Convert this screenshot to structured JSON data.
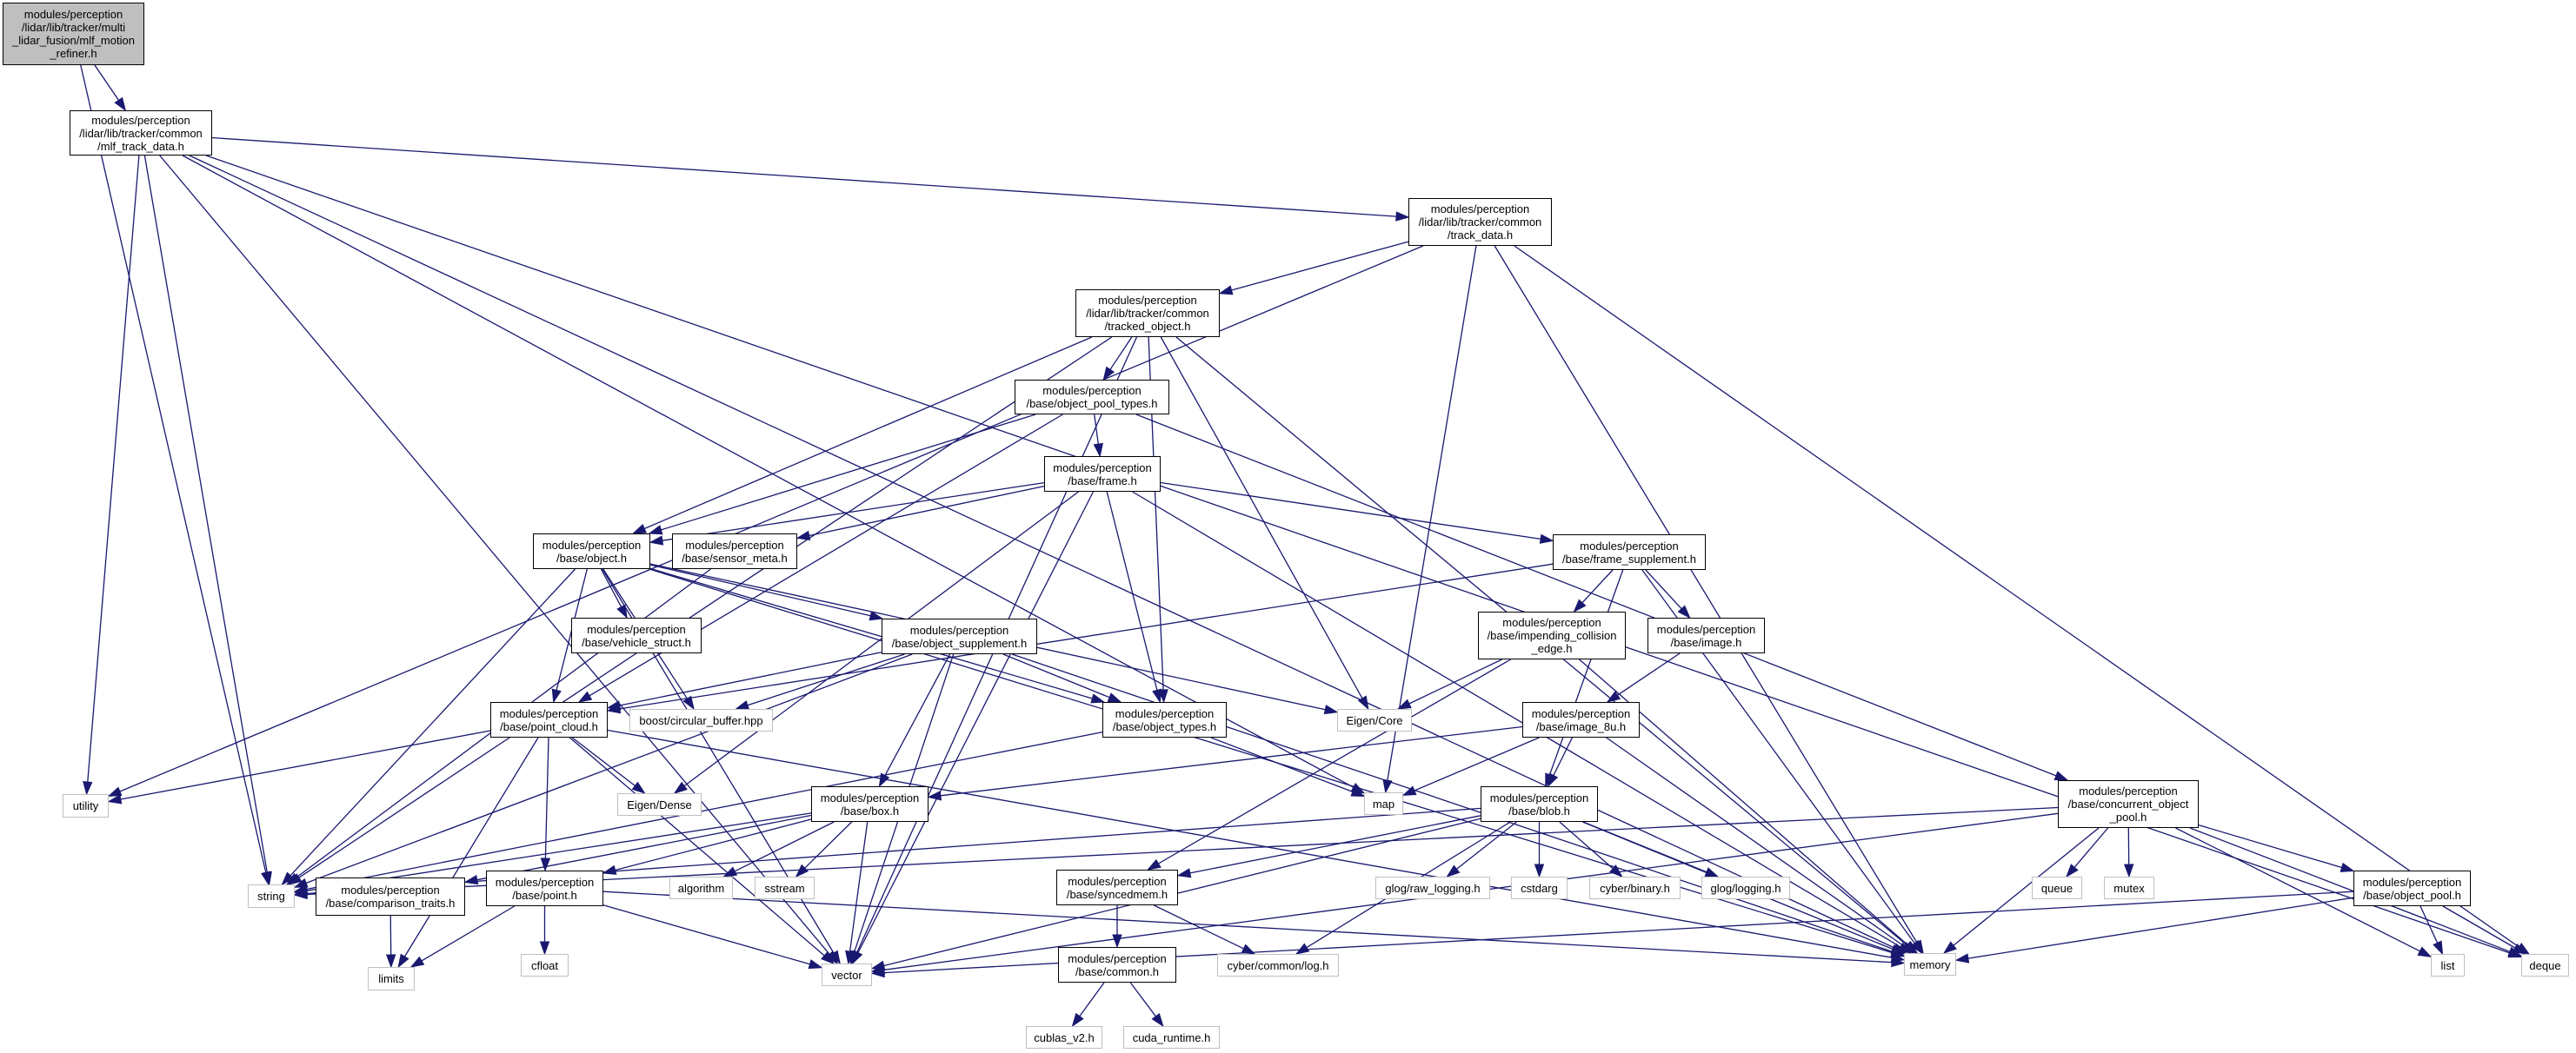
{
  "diagram": {
    "title": "Include dependency graph for mlf_motion_refiner.h",
    "colors": {
      "edge": "#191970",
      "root_fill": "#bfbfbf",
      "node_border": "#000000",
      "system_border": "#bfbfbf"
    },
    "nodes": [
      {
        "id": "root",
        "label": "modules/perception\n/lidar/lib/tracker/multi\n_lidar_fusion/mlf_motion\n_refiner.h",
        "kind": "root"
      },
      {
        "id": "mlf_track_data",
        "label": "modules/perception\n/lidar/lib/tracker/common\n/mlf_track_data.h",
        "kind": "project"
      },
      {
        "id": "track_data",
        "label": "modules/perception\n/lidar/lib/tracker/common\n/track_data.h",
        "kind": "project"
      },
      {
        "id": "tracked_object",
        "label": "modules/perception\n/lidar/lib/tracker/common\n/tracked_object.h",
        "kind": "project"
      },
      {
        "id": "object_pool_types",
        "label": "modules/perception\n/base/object_pool_types.h",
        "kind": "project"
      },
      {
        "id": "frame",
        "label": "modules/perception\n/base/frame.h",
        "kind": "project"
      },
      {
        "id": "object",
        "label": "modules/perception\n/base/object.h",
        "kind": "project"
      },
      {
        "id": "sensor_meta",
        "label": "modules/perception\n/base/sensor_meta.h",
        "kind": "project"
      },
      {
        "id": "frame_supplement",
        "label": "modules/perception\n/base/frame_supplement.h",
        "kind": "project"
      },
      {
        "id": "vehicle_struct",
        "label": "modules/perception\n/base/vehicle_struct.h",
        "kind": "project"
      },
      {
        "id": "object_supplement",
        "label": "modules/perception\n/base/object_supplement.h",
        "kind": "project"
      },
      {
        "id": "impending_collision_edge",
        "label": "modules/perception\n/base/impending_collision\n_edge.h",
        "kind": "project"
      },
      {
        "id": "image",
        "label": "modules/perception\n/base/image.h",
        "kind": "project"
      },
      {
        "id": "point_cloud",
        "label": "modules/perception\n/base/point_cloud.h",
        "kind": "project"
      },
      {
        "id": "boost_circular_buffer",
        "label": "boost/circular_buffer.hpp",
        "kind": "system"
      },
      {
        "id": "object_types",
        "label": "modules/perception\n/base/object_types.h",
        "kind": "project"
      },
      {
        "id": "eigen_core",
        "label": "Eigen/Core",
        "kind": "system"
      },
      {
        "id": "image_8u",
        "label": "modules/perception\n/base/image_8u.h",
        "kind": "project"
      },
      {
        "id": "utility",
        "label": "utility",
        "kind": "system"
      },
      {
        "id": "eigen_dense",
        "label": "Eigen/Dense",
        "kind": "system"
      },
      {
        "id": "box",
        "label": "modules/perception\n/base/box.h",
        "kind": "project"
      },
      {
        "id": "map",
        "label": "map",
        "kind": "system"
      },
      {
        "id": "blob",
        "label": "modules/perception\n/base/blob.h",
        "kind": "project"
      },
      {
        "id": "concurrent_object_pool",
        "label": "modules/perception\n/base/concurrent_object\n_pool.h",
        "kind": "project"
      },
      {
        "id": "string",
        "label": "string",
        "kind": "system"
      },
      {
        "id": "comparison_traits",
        "label": "modules/perception\n/base/comparison_traits.h",
        "kind": "project"
      },
      {
        "id": "point",
        "label": "modules/perception\n/base/point.h",
        "kind": "project"
      },
      {
        "id": "algorithm",
        "label": "algorithm",
        "kind": "system"
      },
      {
        "id": "sstream",
        "label": "sstream",
        "kind": "system"
      },
      {
        "id": "syncedmem",
        "label": "modules/perception\n/base/syncedmem.h",
        "kind": "project"
      },
      {
        "id": "glog_raw_logging",
        "label": "glog/raw_logging.h",
        "kind": "system"
      },
      {
        "id": "cstdarg",
        "label": "cstdarg",
        "kind": "system"
      },
      {
        "id": "cyber_binary",
        "label": "cyber/binary.h",
        "kind": "system"
      },
      {
        "id": "glog_logging",
        "label": "glog/logging.h",
        "kind": "system"
      },
      {
        "id": "queue",
        "label": "queue",
        "kind": "system"
      },
      {
        "id": "mutex",
        "label": "mutex",
        "kind": "system"
      },
      {
        "id": "object_pool",
        "label": "modules/perception\n/base/object_pool.h",
        "kind": "project"
      },
      {
        "id": "limits",
        "label": "limits",
        "kind": "system"
      },
      {
        "id": "cfloat",
        "label": "cfloat",
        "kind": "system"
      },
      {
        "id": "vector",
        "label": "vector",
        "kind": "system"
      },
      {
        "id": "common",
        "label": "modules/perception\n/base/common.h",
        "kind": "project"
      },
      {
        "id": "cyber_common_log",
        "label": "cyber/common/log.h",
        "kind": "system"
      },
      {
        "id": "memory",
        "label": "memory",
        "kind": "system"
      },
      {
        "id": "list",
        "label": "list",
        "kind": "system"
      },
      {
        "id": "deque",
        "label": "deque",
        "kind": "system"
      },
      {
        "id": "cublas_v2",
        "label": "cublas_v2.h",
        "kind": "system"
      },
      {
        "id": "cuda_runtime",
        "label": "cuda_runtime.h",
        "kind": "system"
      }
    ],
    "edges": [
      [
        "root",
        "mlf_track_data"
      ],
      [
        "root",
        "string"
      ],
      [
        "mlf_track_data",
        "track_data"
      ],
      [
        "mlf_track_data",
        "utility"
      ],
      [
        "mlf_track_data",
        "string"
      ],
      [
        "mlf_track_data",
        "vector"
      ],
      [
        "mlf_track_data",
        "map"
      ],
      [
        "mlf_track_data",
        "memory"
      ],
      [
        "mlf_track_data",
        "deque"
      ],
      [
        "track_data",
        "tracked_object"
      ],
      [
        "track_data",
        "utility"
      ],
      [
        "track_data",
        "map"
      ],
      [
        "track_data",
        "memory"
      ],
      [
        "track_data",
        "deque"
      ],
      [
        "tracked_object",
        "object_pool_types"
      ],
      [
        "tracked_object",
        "object"
      ],
      [
        "tracked_object",
        "object_types"
      ],
      [
        "tracked_object",
        "eigen_core"
      ],
      [
        "tracked_object",
        "string"
      ],
      [
        "tracked_object",
        "vector"
      ],
      [
        "tracked_object",
        "memory"
      ],
      [
        "object_pool_types",
        "frame"
      ],
      [
        "object_pool_types",
        "object"
      ],
      [
        "object_pool_types",
        "point_cloud"
      ],
      [
        "object_pool_types",
        "concurrent_object_pool"
      ],
      [
        "frame",
        "object"
      ],
      [
        "frame",
        "sensor_meta"
      ],
      [
        "frame",
        "frame_supplement"
      ],
      [
        "frame",
        "object_types"
      ],
      [
        "frame",
        "eigen_dense"
      ],
      [
        "frame",
        "vector"
      ],
      [
        "frame",
        "memory"
      ],
      [
        "object",
        "vehicle_struct"
      ],
      [
        "object",
        "object_supplement"
      ],
      [
        "object",
        "point_cloud"
      ],
      [
        "object",
        "object_types"
      ],
      [
        "object",
        "boost_circular_buffer"
      ],
      [
        "object",
        "eigen_core"
      ],
      [
        "object",
        "string"
      ],
      [
        "object",
        "vector"
      ],
      [
        "object",
        "memory"
      ],
      [
        "sensor_meta",
        "string"
      ],
      [
        "frame_supplement",
        "impending_collision_edge"
      ],
      [
        "frame_supplement",
        "image"
      ],
      [
        "frame_supplement",
        "blob"
      ],
      [
        "frame_supplement",
        "point_cloud"
      ],
      [
        "frame_supplement",
        "memory"
      ],
      [
        "object_supplement",
        "point_cloud"
      ],
      [
        "object_supplement",
        "box"
      ],
      [
        "object_supplement",
        "object_types"
      ],
      [
        "object_supplement",
        "boost_circular_buffer"
      ],
      [
        "object_supplement",
        "string"
      ],
      [
        "object_supplement",
        "vector"
      ],
      [
        "object_supplement",
        "memory"
      ],
      [
        "impending_collision_edge",
        "eigen_core"
      ],
      [
        "impending_collision_edge",
        "syncedmem"
      ],
      [
        "impending_collision_edge",
        "memory"
      ],
      [
        "image",
        "image_8u"
      ],
      [
        "image_8u",
        "blob"
      ],
      [
        "image_8u",
        "box"
      ],
      [
        "image_8u",
        "map"
      ],
      [
        "image_8u",
        "memory"
      ],
      [
        "point_cloud",
        "point"
      ],
      [
        "point_cloud",
        "eigen_dense"
      ],
      [
        "point_cloud",
        "utility"
      ],
      [
        "point_cloud",
        "limits"
      ],
      [
        "point_cloud",
        "vector"
      ],
      [
        "point_cloud",
        "memory"
      ],
      [
        "object_types",
        "string"
      ],
      [
        "object_types",
        "map"
      ],
      [
        "box",
        "comparison_traits"
      ],
      [
        "box",
        "point"
      ],
      [
        "box",
        "algorithm"
      ],
      [
        "box",
        "sstream"
      ],
      [
        "box",
        "string"
      ],
      [
        "box",
        "vector"
      ],
      [
        "blob",
        "syncedmem"
      ],
      [
        "blob",
        "glog_raw_logging"
      ],
      [
        "blob",
        "cstdarg"
      ],
      [
        "blob",
        "cyber_binary"
      ],
      [
        "blob",
        "glog_logging"
      ],
      [
        "blob",
        "cyber_common_log"
      ],
      [
        "blob",
        "vector"
      ],
      [
        "blob",
        "memory"
      ],
      [
        "blob",
        "string"
      ],
      [
        "concurrent_object_pool",
        "queue"
      ],
      [
        "concurrent_object_pool",
        "mutex"
      ],
      [
        "concurrent_object_pool",
        "object_pool"
      ],
      [
        "concurrent_object_pool",
        "list"
      ],
      [
        "concurrent_object_pool",
        "deque"
      ],
      [
        "concurrent_object_pool",
        "memory"
      ],
      [
        "concurrent_object_pool",
        "vector"
      ],
      [
        "concurrent_object_pool",
        "string"
      ],
      [
        "comparison_traits",
        "limits"
      ],
      [
        "point",
        "limits"
      ],
      [
        "point",
        "cfloat"
      ],
      [
        "point",
        "vector"
      ],
      [
        "point",
        "memory"
      ],
      [
        "syncedmem",
        "common"
      ],
      [
        "syncedmem",
        "cyber_common_log"
      ],
      [
        "object_pool",
        "list"
      ],
      [
        "object_pool",
        "deque"
      ],
      [
        "object_pool",
        "memory"
      ],
      [
        "object_pool",
        "vector"
      ],
      [
        "common",
        "cublas_v2"
      ],
      [
        "common",
        "cuda_runtime"
      ]
    ]
  }
}
